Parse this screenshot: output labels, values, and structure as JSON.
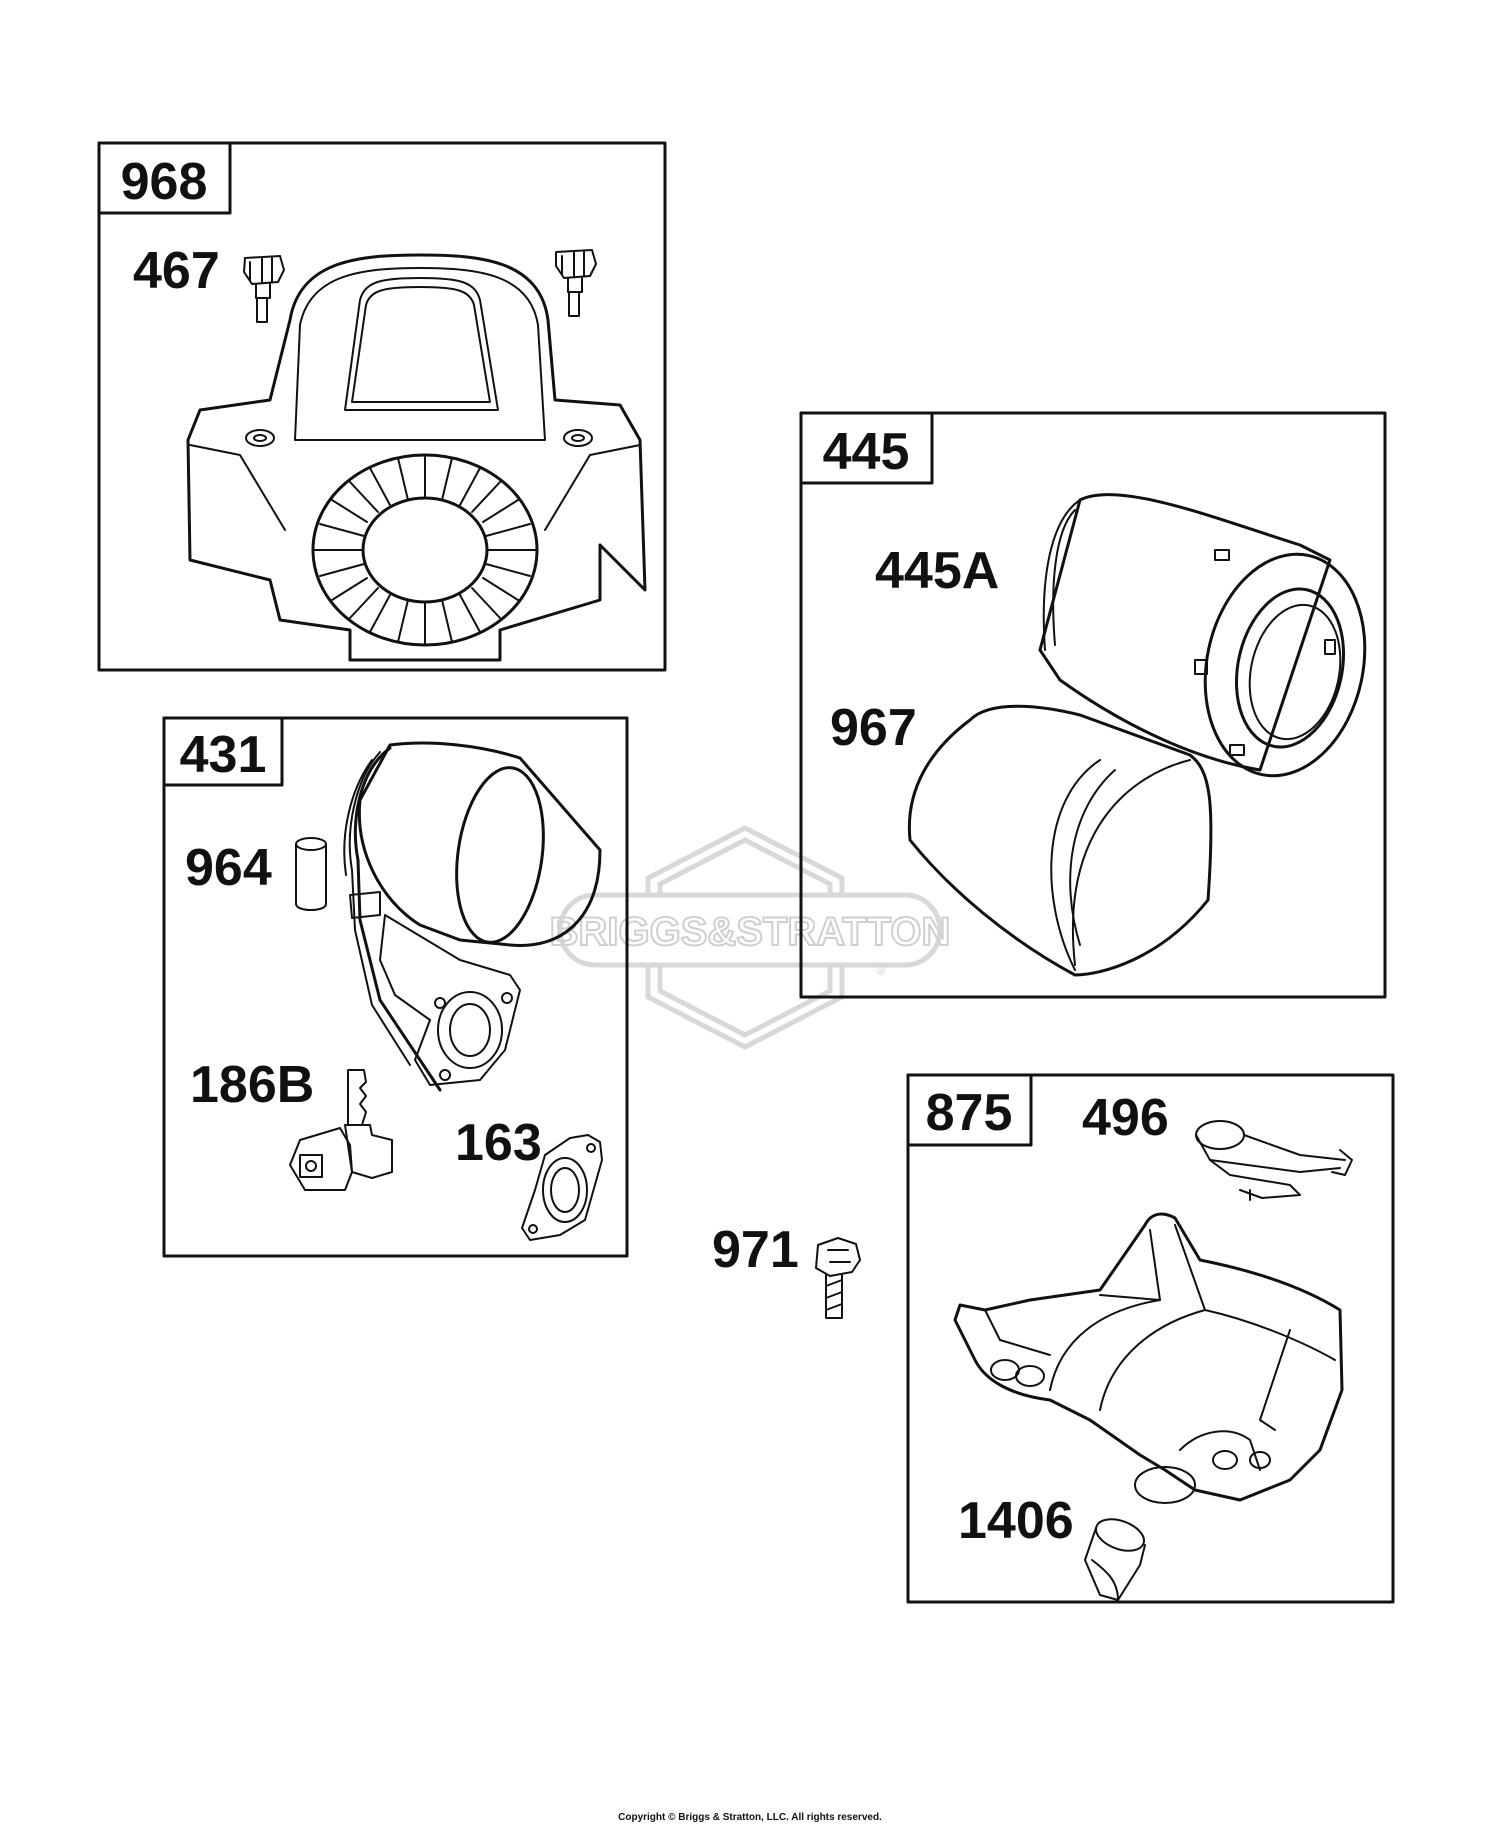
{
  "watermark": {
    "text": "BRIGGS&STRATTON",
    "registered_mark": "®"
  },
  "groups": [
    {
      "id": "968",
      "label": "968",
      "parts": [
        "467"
      ]
    },
    {
      "id": "445",
      "label": "445",
      "parts": [
        "445A",
        "967"
      ]
    },
    {
      "id": "431",
      "label": "431",
      "parts": [
        "964",
        "186B",
        "163"
      ]
    },
    {
      "id": "875",
      "label": "875",
      "parts": [
        "496",
        "1406"
      ]
    }
  ],
  "labels": {
    "g968": "968",
    "p467": "467",
    "g445": "445",
    "p445A": "445A",
    "p967": "967",
    "g431": "431",
    "p964": "964",
    "p186B": "186B",
    "p163": "163",
    "g875": "875",
    "p496": "496",
    "p1406": "1406",
    "p971": "971"
  },
  "copyright": "Copyright © Briggs & Stratton, LLC. All rights reserved."
}
